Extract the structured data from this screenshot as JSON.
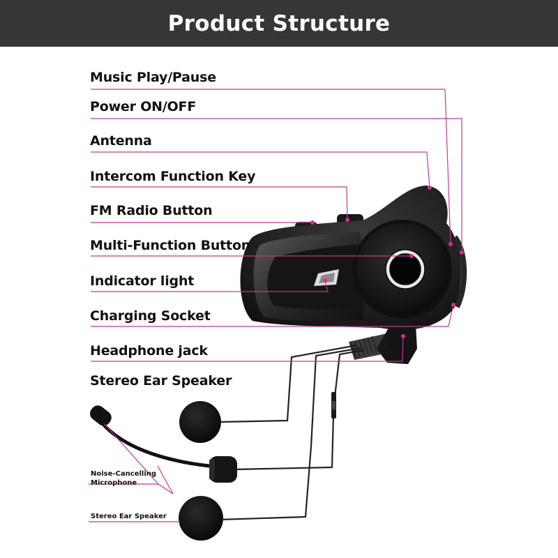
{
  "header": {
    "title": "Product Structure"
  },
  "labels": [
    {
      "id": "music-play-pause",
      "text": "Music Play/Pause"
    },
    {
      "id": "power-on-off",
      "text": "Power  ON/OFF"
    },
    {
      "id": "antenna",
      "text": "Antenna"
    },
    {
      "id": "intercom-function-key",
      "text": "Intercom Function Key"
    },
    {
      "id": "fm-radio-button",
      "text": "FM Radio Button"
    },
    {
      "id": "multi-function-button",
      "text": "Multi-Function Button"
    },
    {
      "id": "indicator-light",
      "text": "Indicator light"
    },
    {
      "id": "charging-socket",
      "text": "Charging Socket"
    },
    {
      "id": "headphone-jack",
      "text": "Headphone jack"
    },
    {
      "id": "stereo-ear-speaker",
      "text": "Stereo Ear Speaker"
    }
  ],
  "small_labels": {
    "microphone_line1": "Noise-Cancelling",
    "microphone_line2": "Microphone",
    "ear_speaker": "Stereo Ear Speaker"
  },
  "colors": {
    "banner": "#363636",
    "leader_line": "#c4398f",
    "dot": "#d62f8c"
  }
}
